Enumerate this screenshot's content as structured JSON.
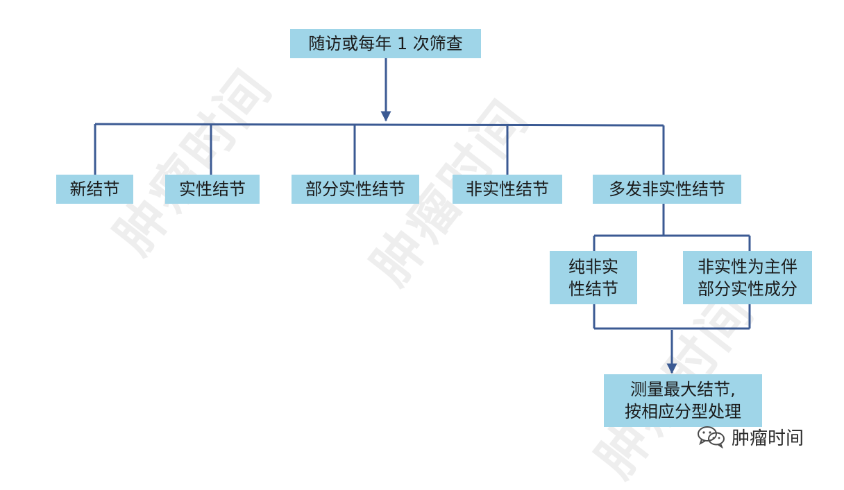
{
  "diagram": {
    "nodes": {
      "root": "随访或每年 1 次筛查",
      "new_nodule": "新结节",
      "solid": "实性结节",
      "part_solid": "部分实性结节",
      "non_solid": "非实性结节",
      "multiple_non_solid": "多发非实性结节",
      "pure_non_solid": "纯非实\n性结节",
      "non_solid_main": "非实性为主伴\n部分实性成分",
      "measure": "测量最大结节,\n按相应分型处理"
    },
    "watermark": "肿瘤时间",
    "brand": {
      "text": "肿瘤时间",
      "icon": "wechat-icon"
    },
    "colors": {
      "box": "#9fd5e8",
      "line": "#3b5a93"
    }
  }
}
